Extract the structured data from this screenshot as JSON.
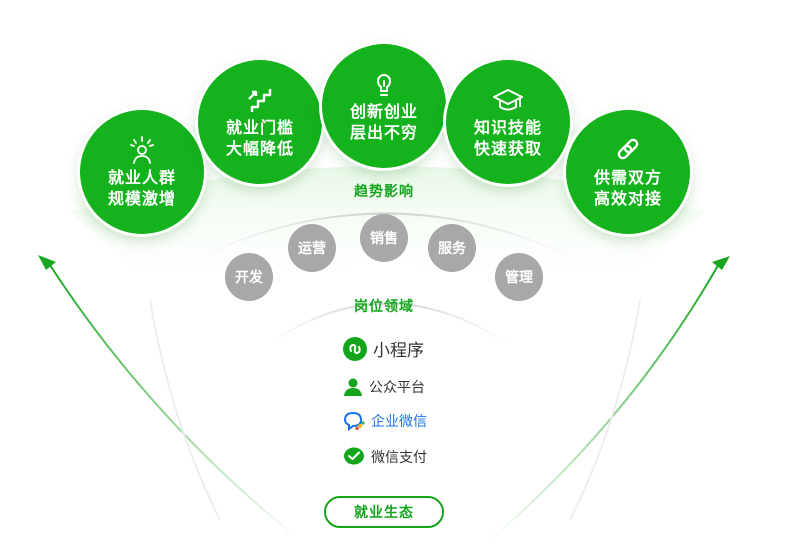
{
  "trend_circles": [
    {
      "line1": "就业人群",
      "line2": "规模激增",
      "icon": "worker-icon"
    },
    {
      "line1": "就业门槛",
      "line2": "大幅降低",
      "icon": "stairs-icon"
    },
    {
      "line1": "创新创业",
      "line2": "层出不穷",
      "icon": "lightbulb-icon"
    },
    {
      "line1": "知识技能",
      "line2": "快速获取",
      "icon": "graduation-cap-icon"
    },
    {
      "line1": "供需双方",
      "line2": "高效对接",
      "icon": "link-icon"
    }
  ],
  "trend_title": "趋势影响",
  "positions_title": "岗位领域",
  "positions": [
    "开发",
    "运营",
    "销售",
    "服务",
    "管理"
  ],
  "products": [
    {
      "label": "小程序",
      "icon": "mini-program-icon"
    },
    {
      "label": "公众平台",
      "icon": "person-icon"
    },
    {
      "label": "企业微信",
      "icon": "wework-icon"
    },
    {
      "label": "微信支付",
      "icon": "wechat-pay-icon"
    }
  ],
  "ecosystem_label": "就业生态",
  "colors": {
    "primary_green": "#14b21c",
    "gray_bubble": "#a8a8a8",
    "wework_blue": "#1a73e8"
  }
}
